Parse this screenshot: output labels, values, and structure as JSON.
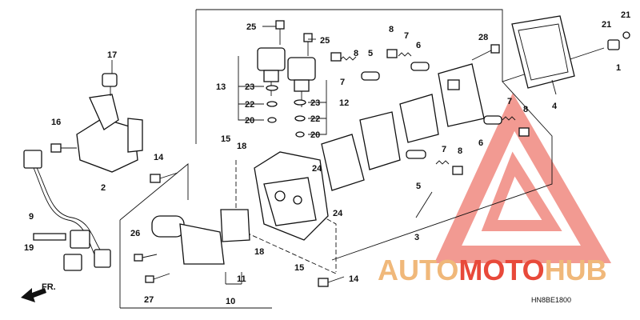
{
  "diagram_code": "HN8BE1800",
  "direction_label": "FR.",
  "watermark": {
    "part1": "AUTO",
    "part2": "MOTO",
    "part3": "HUB",
    "color1": "#f0b87a",
    "color2": "#e8493a",
    "color3": "#f0b87a"
  },
  "labels": {
    "l1": "1",
    "l2": "2",
    "l3": "3",
    "l4": "4",
    "l5a": "5",
    "l5b": "5",
    "l6a": "6",
    "l6b": "6",
    "l7a": "7",
    "l7b": "7",
    "l7c": "7",
    "l7d": "7",
    "l8a": "8",
    "l8b": "8",
    "l8c": "8",
    "l8d": "8",
    "l9": "9",
    "l10": "10",
    "l11": "11",
    "l12": "12",
    "l13": "13",
    "l14a": "14",
    "l14b": "14",
    "l15a": "15",
    "l15b": "15",
    "l16": "16",
    "l17": "17",
    "l18a": "18",
    "l18b": "18",
    "l19": "19",
    "l20a": "20",
    "l20b": "20",
    "l21a": "21",
    "l21b": "21",
    "l22a": "22",
    "l22b": "22",
    "l23a": "23",
    "l23b": "23",
    "l24a": "24",
    "l24b": "24",
    "l25a": "25",
    "l25b": "25",
    "l26": "26",
    "l27": "27",
    "l28": "28"
  }
}
